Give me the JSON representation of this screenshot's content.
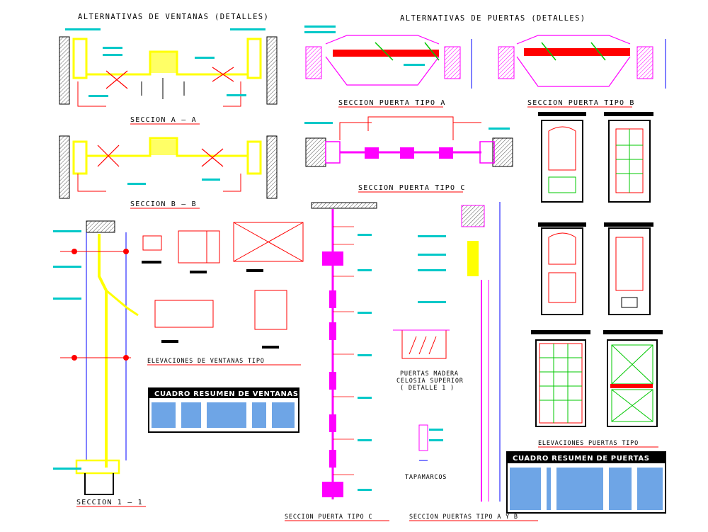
{
  "titles": {
    "windows": "ALTERNATIVAS DE VENTANAS (DETALLES)",
    "doors": "ALTERNATIVAS DE PUERTAS (DETALLES)"
  },
  "labels": {
    "sec_aa": "SECCION A — A",
    "sec_bb": "SECCION B — B",
    "door_a": "SECCION PUERTA TIPO A",
    "door_b": "SECCION PUERTA TIPO B",
    "door_c": "SECCION PUERTA TIPO C",
    "elev_windows": "ELEVACIONES DE VENTANAS TIPO",
    "sec_11": "SECCION 1 — 1",
    "door_c_bottom": "SECCION PUERTA TIPO C",
    "doors_ab": "SECCION PUERTAS TIPO A Y B",
    "detail_line1": "PUERTAS MADERA",
    "detail_line2": "CELOSIA SUPERIOR",
    "detail_line3": "( DETALLE 1 )",
    "tapamarcos": "TAPAMARCOS",
    "elev_doors": "ELEVACIONES PUERTAS TIPO"
  },
  "tables": {
    "windows_title": "CUADRO RESUMEN DE VENTANAS",
    "doors_title": "CUADRO RESUMEN DE PUERTAS"
  },
  "colors": {
    "yellow": "#ffff00",
    "magenta": "#ff00ff",
    "red": "#ff0000",
    "cyan": "#00c8c8",
    "green": "#00b050",
    "blue": "#0000ff",
    "dark": "#000000"
  }
}
